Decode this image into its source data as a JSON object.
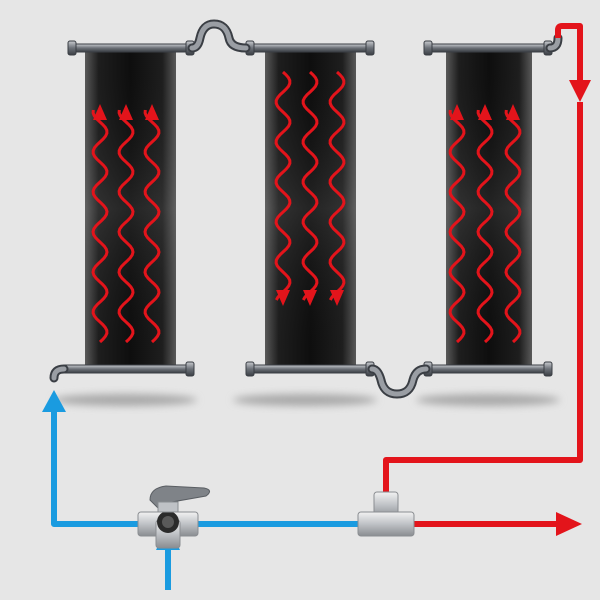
{
  "diagram": {
    "description_text": "",
    "colors": {
      "background": "#e6e6e6",
      "panel_dark": "#161616",
      "panel_mid": "#3a3a3a",
      "pipe_metal": "#8a8f96",
      "hot_flow": "#e3141b",
      "cold_flow": "#1a9be0",
      "shadow": "#a9a9a9"
    },
    "panels": [
      {
        "name": "solar-panel-1",
        "flow_direction": "up",
        "wave_count": 3
      },
      {
        "name": "solar-panel-2",
        "flow_direction": "down",
        "wave_count": 3
      },
      {
        "name": "solar-panel-3",
        "flow_direction": "up",
        "wave_count": 3
      }
    ],
    "components": {
      "inlet_arrow": "cold-inlet-arrow-icon",
      "three_way_valve": "three-way-valve-icon",
      "tee_fitting": "tee-fitting-icon",
      "outlet_arrow": "hot-outlet-arrow-icon",
      "return_arrow": "hot-return-arrow-icon"
    }
  }
}
